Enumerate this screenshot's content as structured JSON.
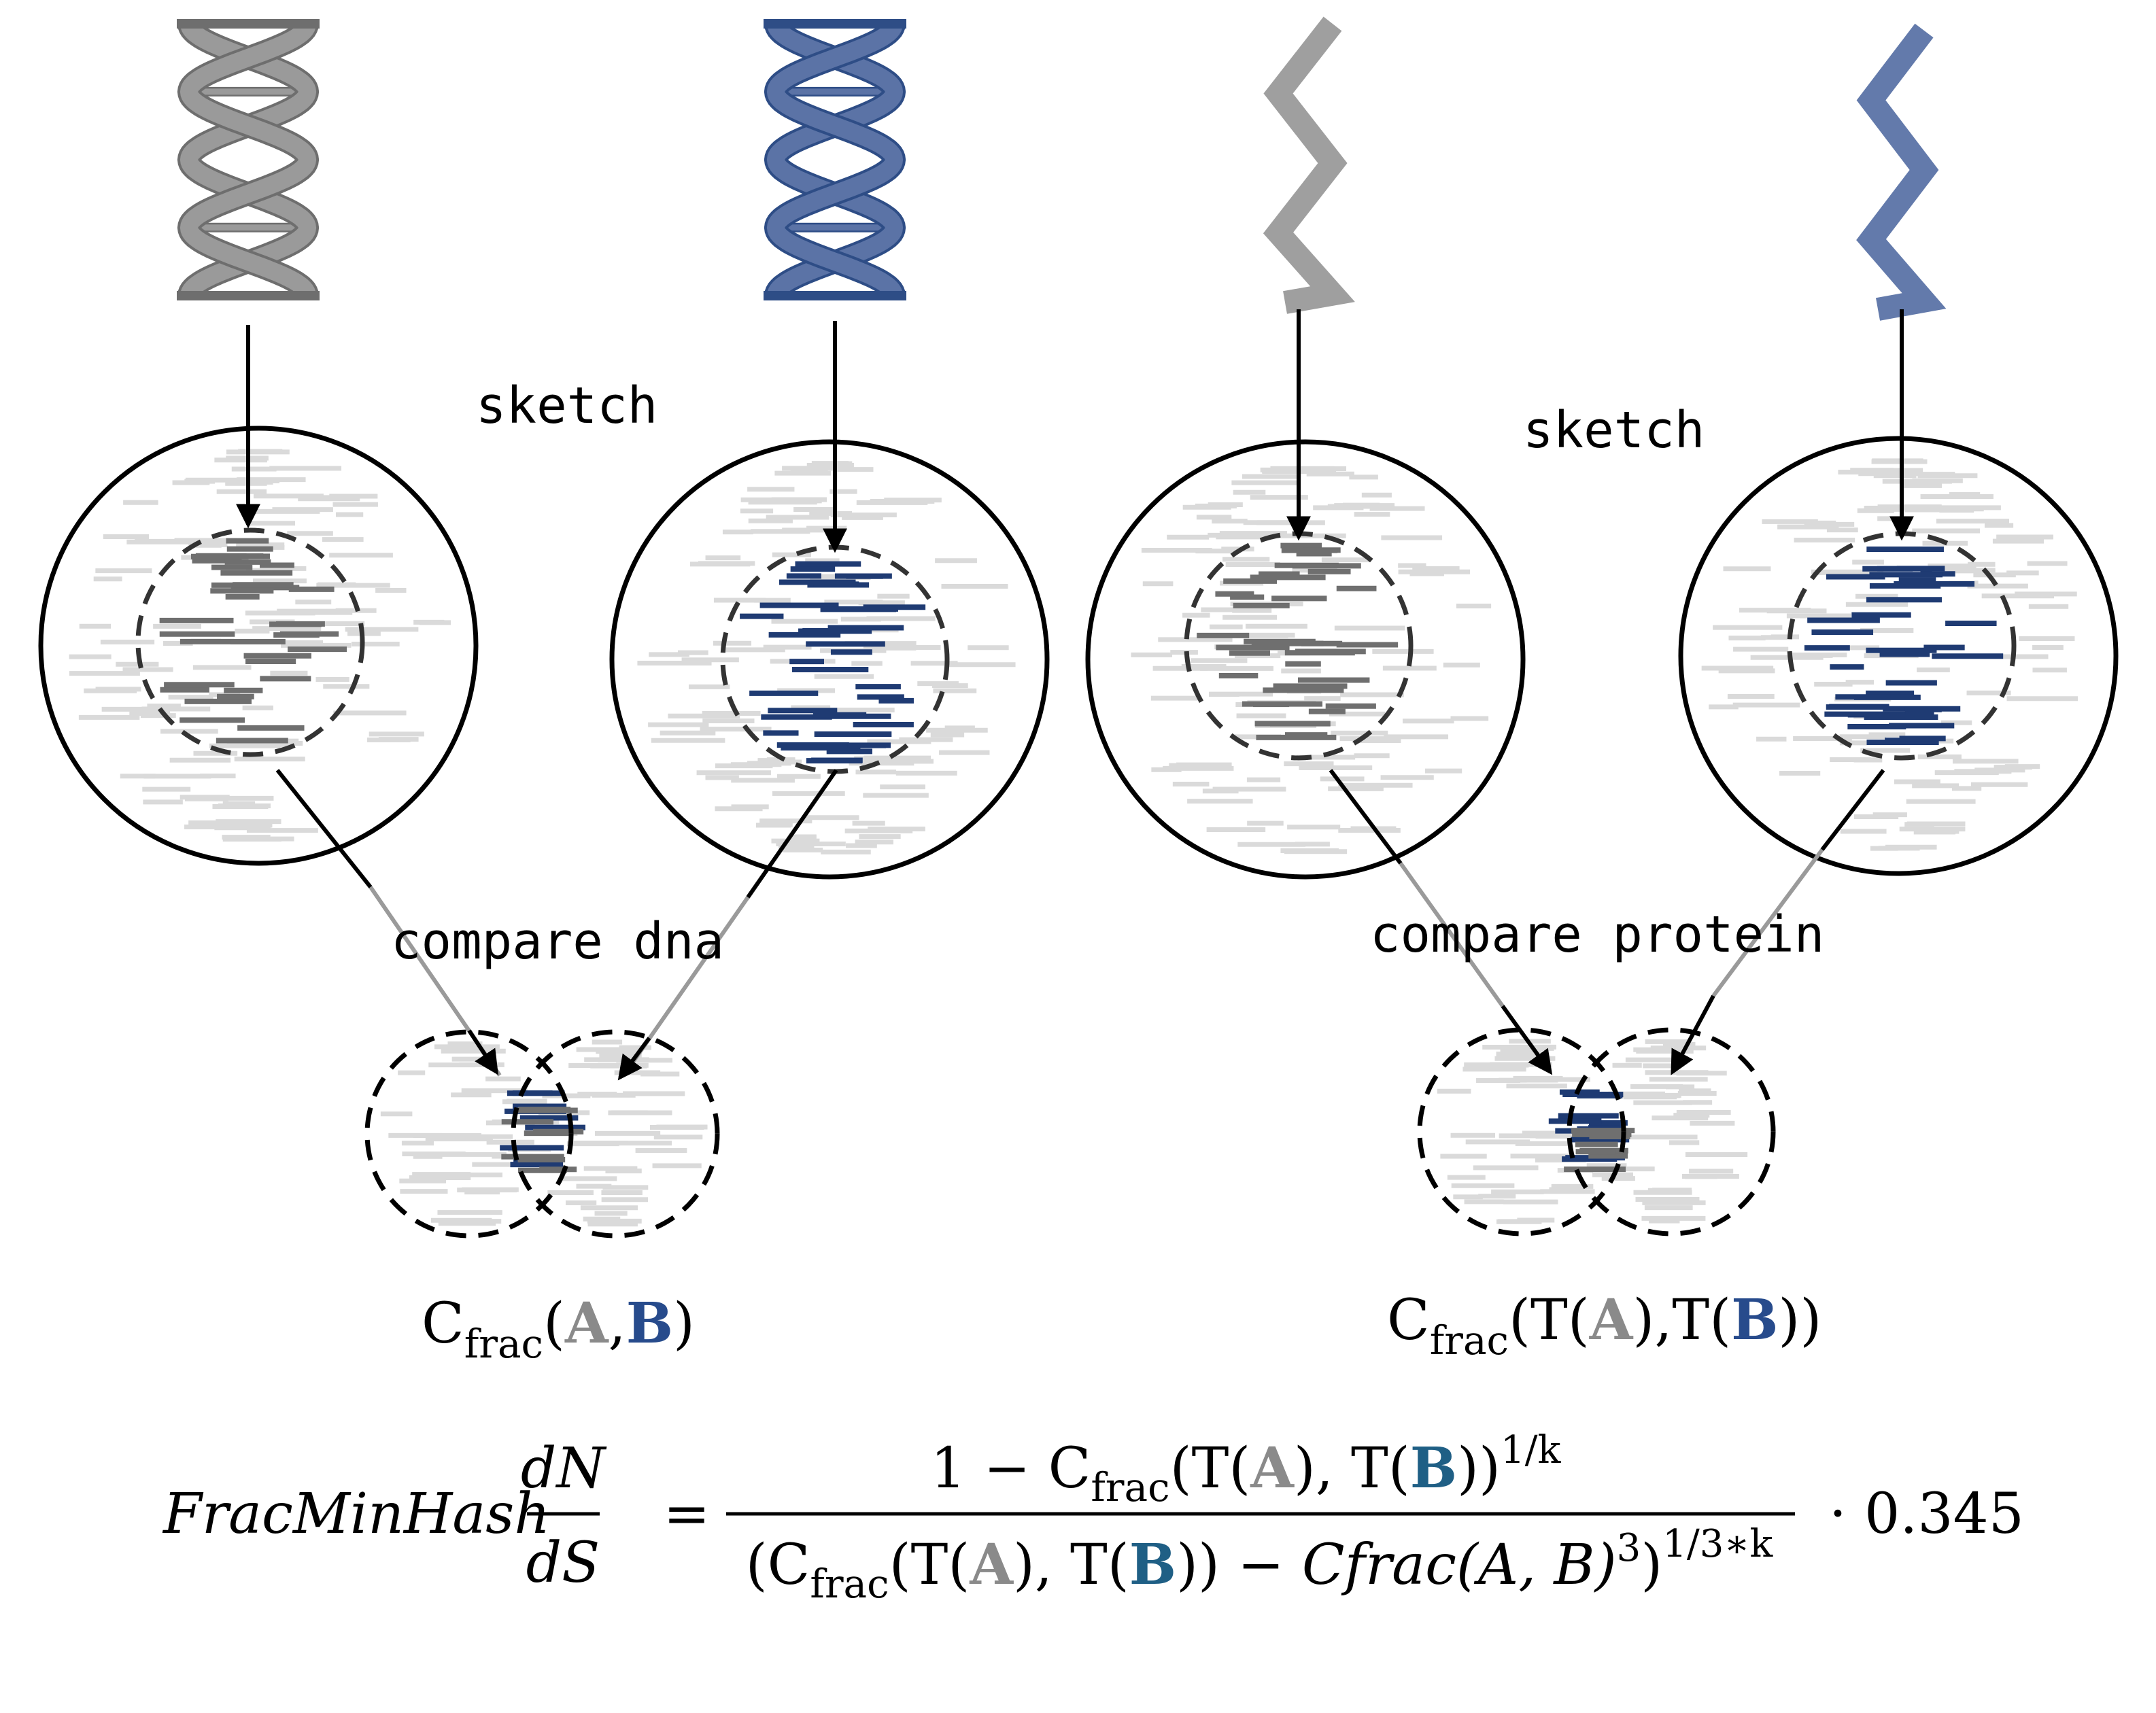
{
  "colors": {
    "gray_sequence": "#9a9a9a",
    "gray_sequence_stroke": "#6e6e6e",
    "blue_sequence": "#5b73a6",
    "blue_sequence_stroke": "#2e4d86",
    "gray_hash": "#6f6f6f",
    "blue_hash": "#1f3b73",
    "light_hash": "#dadada",
    "formula_gray": "#8a8a8a",
    "formula_blue_left": "#274b8c",
    "formula_blue_right": "#1f5f85",
    "ink": "#000000"
  },
  "icons": {
    "dna_gray": "dna-double-helix-icon",
    "dna_blue": "dna-double-helix-icon",
    "protein_gray": "protein-zigzag-icon",
    "protein_blue": "protein-zigzag-icon"
  },
  "labels": {
    "sketch_left": "sketch",
    "sketch_right": "sketch",
    "compare_dna": "compare dna",
    "compare_protein": "compare protein"
  },
  "dna_result": {
    "c": "C",
    "sub": "frac",
    "open": "(",
    "a": "A",
    "comma": ",",
    "b": "B",
    "close": ")"
  },
  "protein_result": {
    "c": "C",
    "sub": "frac",
    "t1": "(T(",
    "a": "A",
    "mid": "),T(",
    "b": "B",
    "close": "))"
  },
  "formula": {
    "lhs_name": "FracMinHash",
    "dn": "dN",
    "ds": "dS",
    "equals": "=",
    "num_one": "1 − ",
    "num_c": "C",
    "num_sub": "frac",
    "num_t1": "(T(",
    "num_a": "A",
    "num_mid": "), T(",
    "num_b": "B",
    "num_close": "))",
    "num_exp": "1/k",
    "den_open": "(C",
    "den_sub": "frac",
    "den_t1": "(T(",
    "den_a": "A",
    "den_mid": "), T(",
    "den_b": "B",
    "den_close": ")) − ",
    "den_cfrac": "Cfrac",
    "den_args": "(A, B)",
    "den_cube": "3",
    "den_end": ")",
    "den_exp": "1/3∗k",
    "factor": "· 0.345"
  }
}
